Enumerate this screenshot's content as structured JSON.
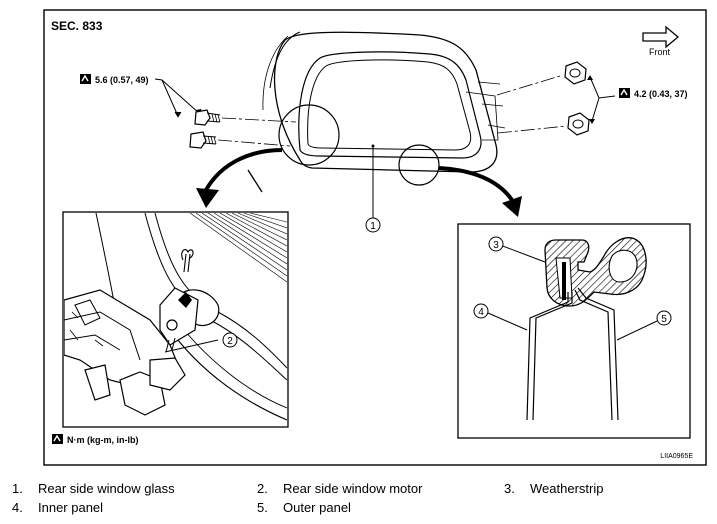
{
  "figure": {
    "section": "SEC. 833",
    "front_label": "Front",
    "torque_left": "5.6 (0.57, 49)",
    "torque_right": "4.2 (0.43, 37)",
    "units_label": "N·m (kg-m, in-lb)",
    "figure_code": "LIIA0965E",
    "callouts": [
      "1",
      "2",
      "3",
      "4",
      "5"
    ]
  },
  "legend": [
    {
      "num": "1.",
      "label": "Rear side window glass"
    },
    {
      "num": "2.",
      "label": "Rear side window motor"
    },
    {
      "num": "3.",
      "label": "Weatherstrip"
    },
    {
      "num": "4.",
      "label": "Inner panel"
    },
    {
      "num": "5.",
      "label": "Outer panel"
    }
  ],
  "icons": [
    "torque-wrench-icon",
    "front-arrow-icon",
    "clip-icon"
  ]
}
